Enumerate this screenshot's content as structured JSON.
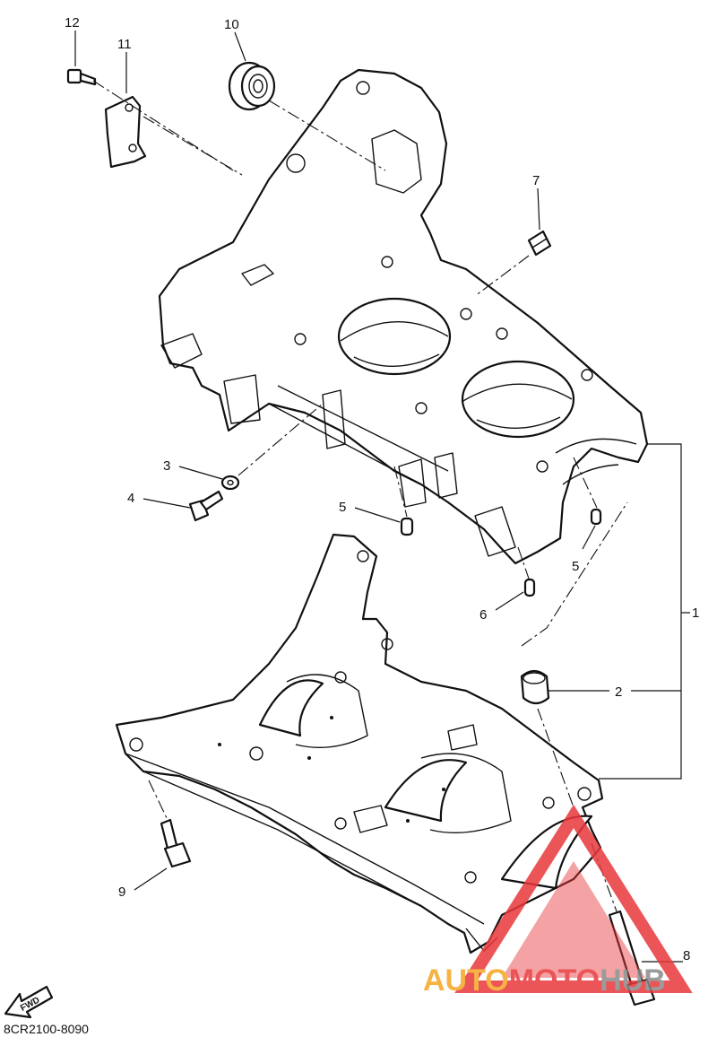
{
  "diagram_code": "8CR2100-8090",
  "fwd_label": "FWD",
  "watermark": {
    "part1": "AUTO",
    "part2": "MOTO",
    "part3": "HUB",
    "color_orange": "#f5a623",
    "color_red": "#e8383b",
    "color_gray": "#8a8a8a"
  },
  "callouts": {
    "c1": "1",
    "c2": "2",
    "c3": "3",
    "c4": "4",
    "c5a": "5",
    "c5b": "5",
    "c6": "6",
    "c7": "7",
    "c8": "8",
    "c9": "9",
    "c10": "10",
    "c11": "11",
    "c12": "12"
  }
}
